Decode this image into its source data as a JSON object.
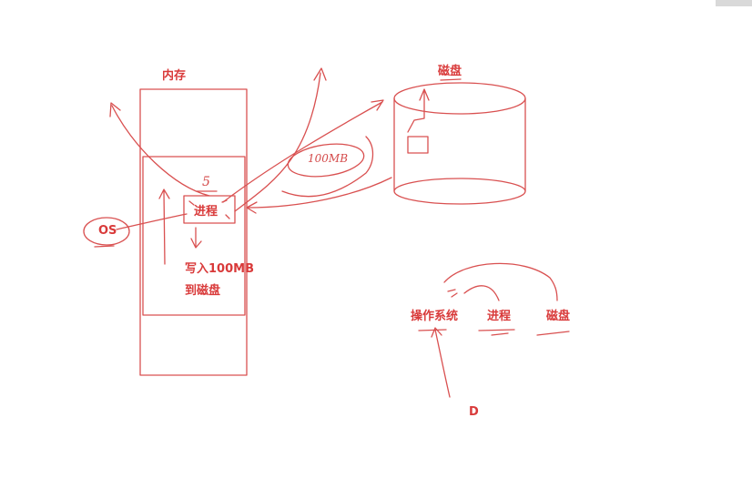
{
  "labels": {
    "memory": "内存",
    "disk_top": "磁盘",
    "process_inner": "进程",
    "os": "OS",
    "write_line1": "写入100MB",
    "write_line2": "到磁盘",
    "process_number": "5",
    "size_note": "100MB",
    "flow_os": "操作系统",
    "flow_process": "进程",
    "flow_disk": "磁盘",
    "device": "D"
  },
  "colors": {
    "ink": "#d93a3a",
    "background": "#ffffff",
    "corner_tab": "#d9d9d9"
  }
}
